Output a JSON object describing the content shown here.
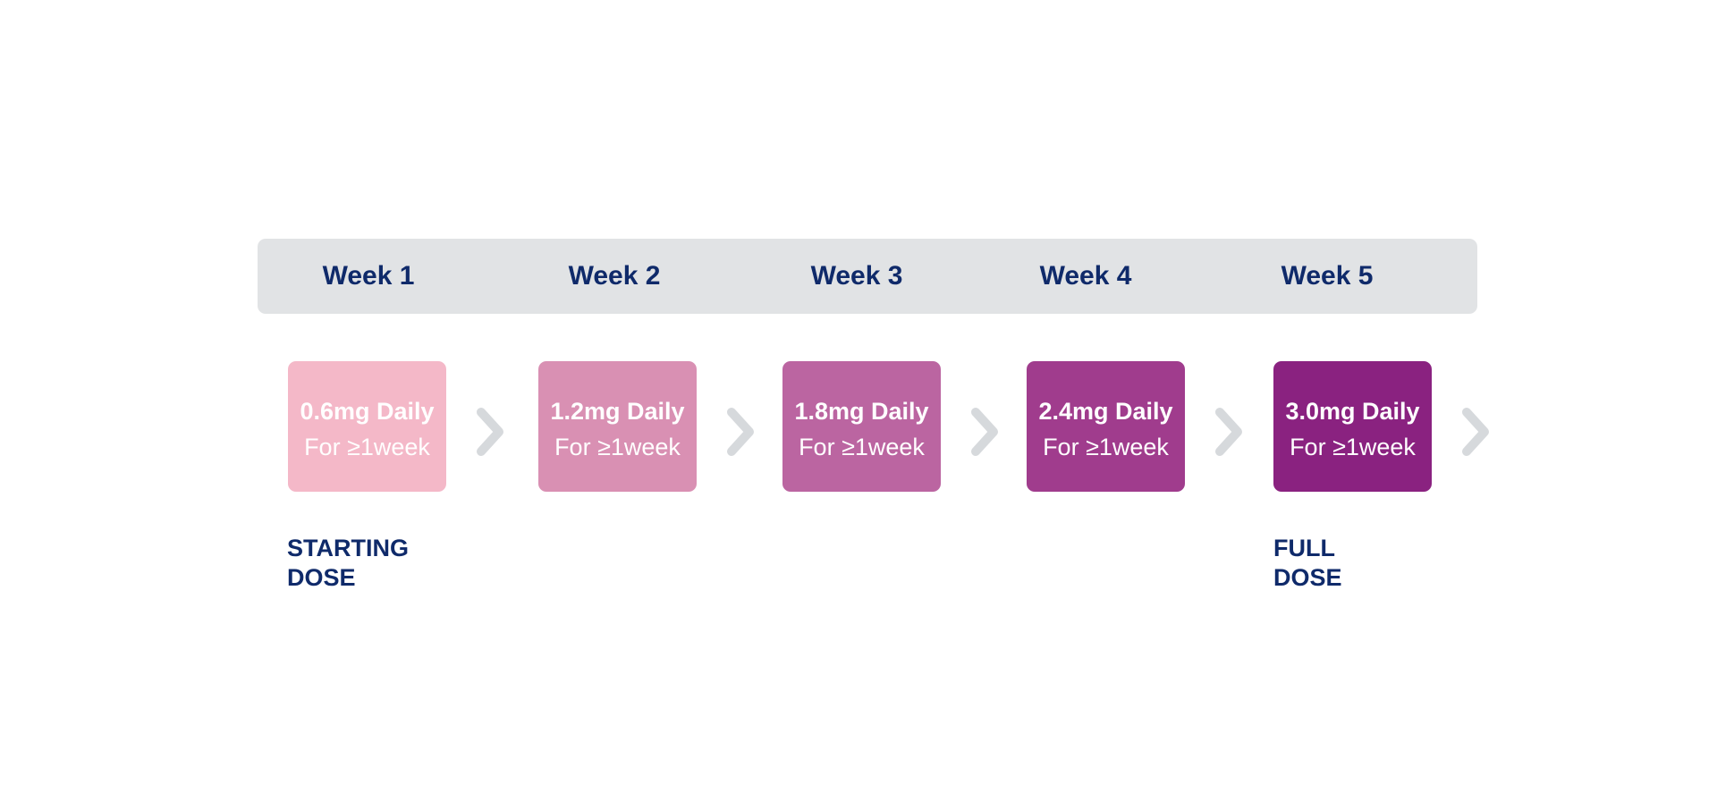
{
  "weeks": [
    {
      "label": "Week 1"
    },
    {
      "label": "Week 2"
    },
    {
      "label": "Week 3"
    },
    {
      "label": "Week 4"
    },
    {
      "label": "Week 5"
    }
  ],
  "doses": [
    {
      "dose": "0.6mg Daily",
      "duration": "For ≥1week",
      "color": "#f4b8c8"
    },
    {
      "dose": "1.2mg Daily",
      "duration": "For ≥1week",
      "color": "#d990b3"
    },
    {
      "dose": "1.8mg Daily",
      "duration": "For ≥1week",
      "color": "#bb65a1"
    },
    {
      "dose": "2.4mg Daily",
      "duration": "For ≥1week",
      "color": "#a03c8d"
    },
    {
      "dose": "3.0mg Daily",
      "duration": "For ≥1week",
      "color": "#8a2280"
    }
  ],
  "notes": {
    "starting": "STARTING\nDOSE",
    "full": "FULL\nDOSE"
  },
  "colors": {
    "header_bar": "#e1e3e5",
    "heading_text": "#0f2a6a",
    "chevron": "#d6d9dc"
  },
  "icons": {
    "step_arrow": "chevron-right-icon"
  }
}
